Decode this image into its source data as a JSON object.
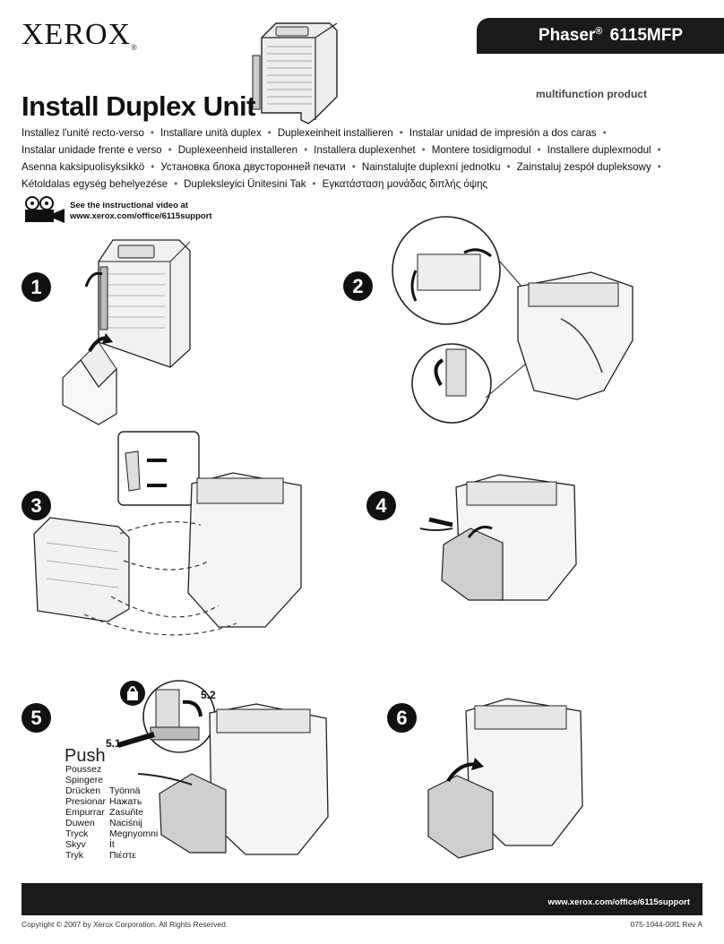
{
  "header": {
    "logo": "XEROX",
    "logo_mark": "®",
    "product_prefix": "Phaser",
    "product_reg": "®",
    "product_model": "6115MFP",
    "subtitle": "multifunction product",
    "title": "Install Duplex Unit"
  },
  "languages": [
    "Installez l'unité recto-verso",
    "Installare unità duplex",
    "Duplexeinheit installieren",
    "Instalar unidad de impresión a dos caras",
    "Instalar unidade frente e verso",
    "Duplexeenheid installeren",
    "Installera duplexenhet",
    "Montere tosidigmodul",
    "Installere duplexmodul",
    "Asenna kaksipuolisyksikkö",
    "Установка блока двусторонней печати",
    "Nainstalujte duplexní jednotku",
    "Zainstaluj zespół dupleksowy",
    "Kétoldalas egység behelyezése",
    "Dupleksleyici Ünitesini Tak",
    "Εγκατάσταση μονάδας διπλής όψης"
  ],
  "video": {
    "line1": "See the instructional video at",
    "line2": "www.xerox.com/office/6115support"
  },
  "steps": {
    "s1": "1",
    "s2": "2",
    "s3": "3",
    "s4": "4",
    "s5": "5",
    "s6": "6",
    "s5_1": "5.1",
    "s5_2": "5.2"
  },
  "push": {
    "title": "Push",
    "col1": [
      "Poussez",
      "Spingere",
      "Drücken",
      "Presionar",
      "Empurrar",
      "Duwen",
      "Tryck",
      "Skyv",
      "Tryk"
    ],
    "col2": [
      "Työnnä",
      "Нажать",
      "Zasuňte",
      "Naciśnij",
      "Megnyomni",
      "İt",
      "Πιέστε"
    ]
  },
  "footer": {
    "url": "www.xerox.com/office/6115support",
    "copyright": "Copyright © 2007 by Xerox Corporation.  All Rights Reserved.",
    "doc_number": "075-1044-00f1 Rev A"
  }
}
